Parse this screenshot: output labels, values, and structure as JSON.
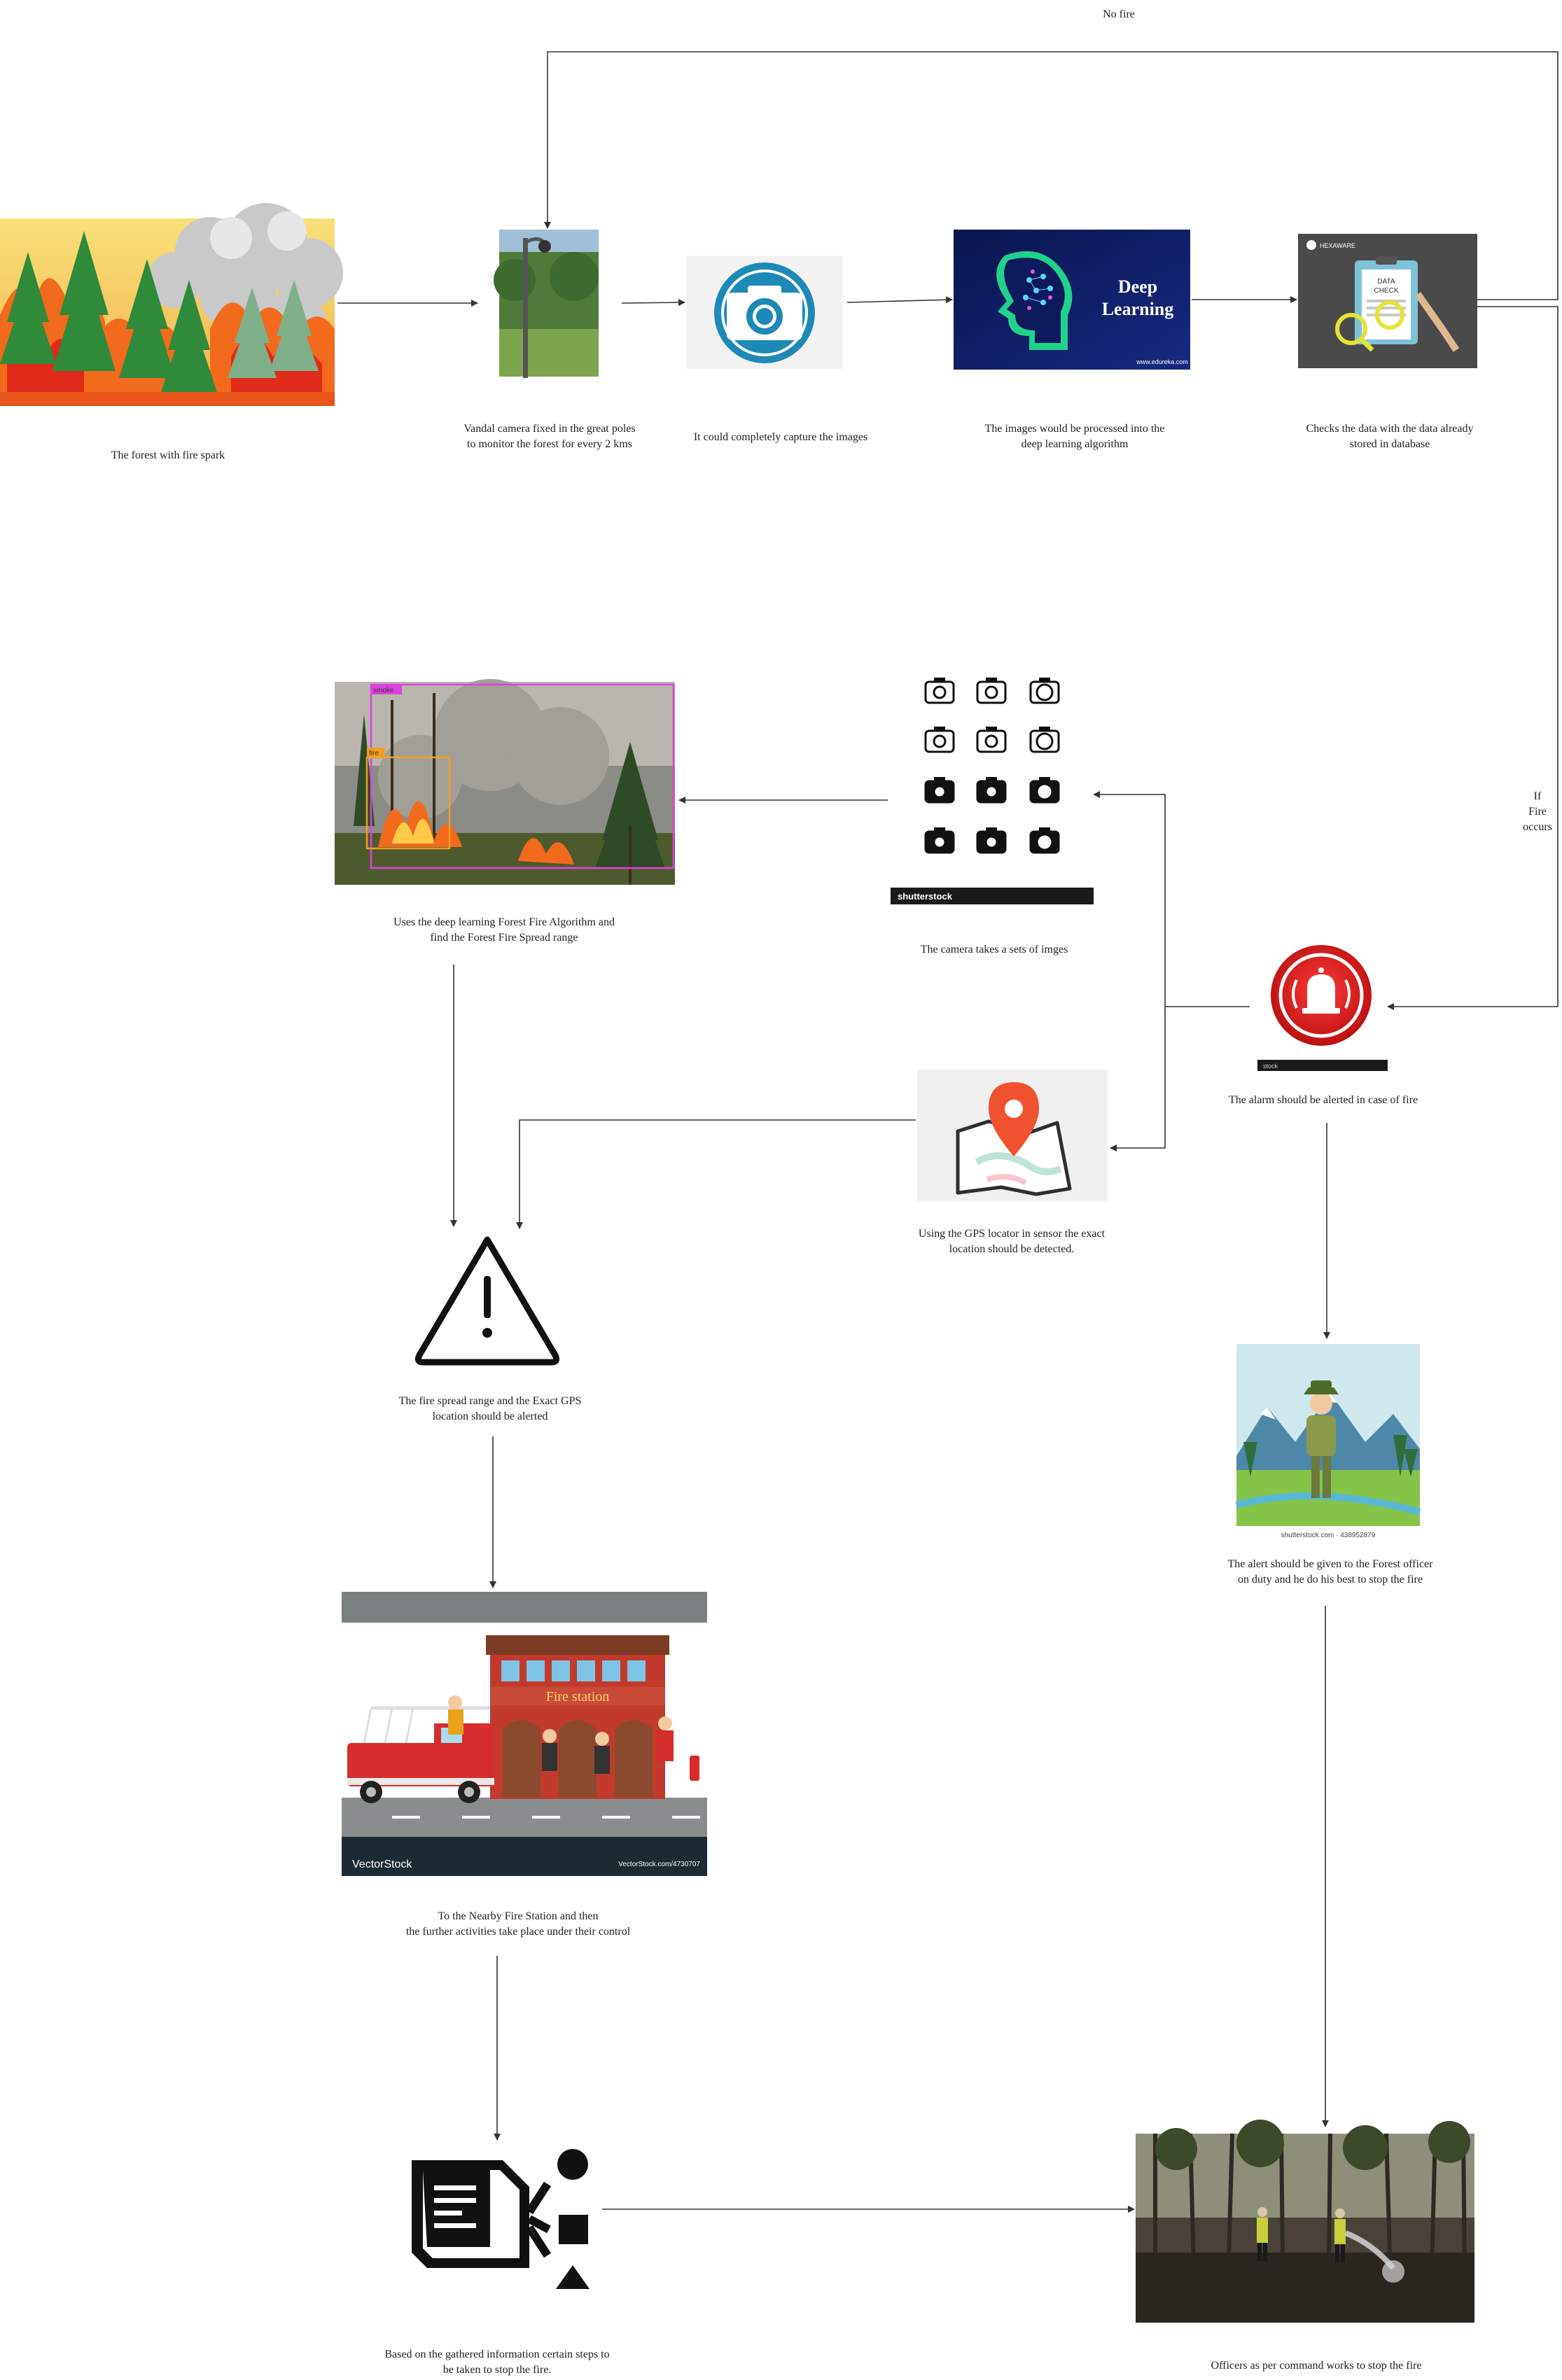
{
  "loop": {
    "no_fire_label": "No fire",
    "if_fire_label": "If\nFire\noccurs"
  },
  "nodes": {
    "forest_fire": {
      "caption": "The forest with fire spark"
    },
    "vandal_camera": {
      "caption": "Vandal camera fixed in the great poles\nto monitor the forest for every 2 kms"
    },
    "camera_capture": {
      "caption": "It could completely capture the images"
    },
    "deep_learning": {
      "caption": "The images would be processed into the\ndeep learning algorithm",
      "title_line1": "Deep",
      "title_line2": "Learning",
      "footer": "www.edureka.com"
    },
    "data_check": {
      "caption": "Checks the data with the data already\nstored in database",
      "title_line1": "DATA",
      "title_line2": "CHECK",
      "brand": "HEXAWARE"
    },
    "alarm": {
      "caption": "The alarm should be alerted in case of fire",
      "stock_label": "stock"
    },
    "image_set": {
      "caption": "The camera takes a sets of imges",
      "stock_label": "shutterstock"
    },
    "spread_range": {
      "caption": "Uses the deep learning Forest Fire Algorithm and\nfind the Forest Fire Spread range",
      "box_smoke": "smoke",
      "box_fire": "fire"
    },
    "gps_locator": {
      "caption": "Using the GPS locator in sensor the exact\nlocation should be detected."
    },
    "warning": {
      "caption": "The fire spread range and the Exact  GPS\nlocation should be alerted"
    },
    "forest_officer": {
      "caption": "The alert should be given to the Forest officer\non duty and he do his best to stop the fire",
      "stock_label": "shutterstock.com · 438952879"
    },
    "fire_station": {
      "caption": "To the Nearby Fire Station and then\nthe further activities take place under their control",
      "sign": "Fire station",
      "stock_label": "VectorStock",
      "stock_id": "VectorStock.com/4730707"
    },
    "steps": {
      "caption": "Based on the gathered information certain steps to\nbe taken to stop the fire."
    },
    "officers_work": {
      "caption": "Officers as per command works to stop the fire"
    }
  },
  "colors": {
    "line": "#333333",
    "fire_orange": "#f26a1b",
    "fire_red": "#e02a1a",
    "tree_green": "#2f8a3a",
    "alarm_red": "#e21b1b",
    "dl_navy": "#0d1b5e",
    "camera_blue": "#1d89b7",
    "gps_red": "#f0522f",
    "box_magenta": "#e040e0",
    "box_orange": "#f0a020"
  }
}
